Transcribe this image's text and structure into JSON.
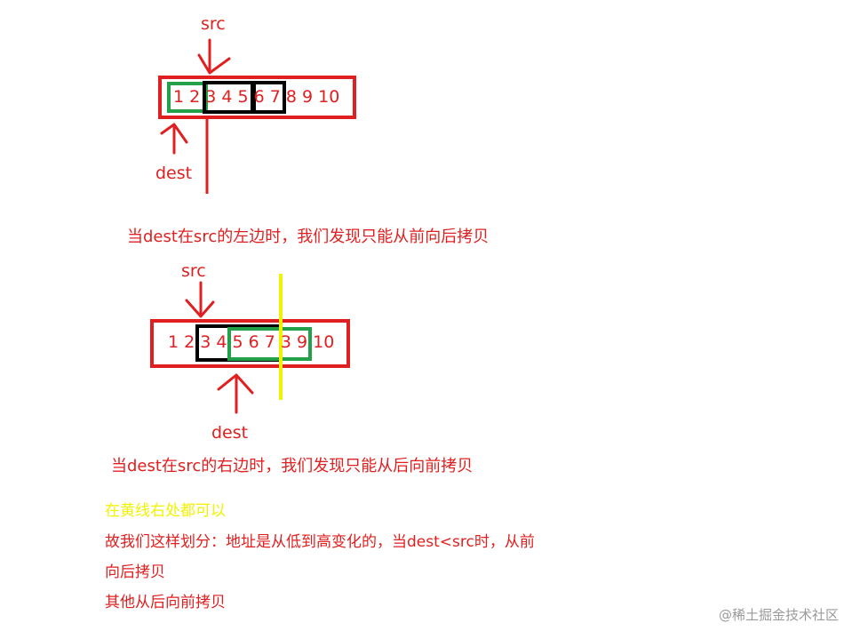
{
  "diagram1": {
    "src_label": "src",
    "dest_label": "dest",
    "sequence": "1 2 3 4 5 6 7 8 9 10",
    "caption": "当dest在src的左边时，我们发现只能从前向后拷贝"
  },
  "diagram2": {
    "src_label": "src",
    "dest_label": "dest",
    "sequence": "1 2 3 4 5 6 7 3 9 10",
    "caption": "当dest在src的右边时，我们发现只能从后向前拷贝"
  },
  "notes": {
    "yellow_line_note": "在黄线右处都可以",
    "rule_line1": "故我们这样划分：地址是从低到高变化的，当dest<src时，从前",
    "rule_line2": "向后拷贝",
    "rule_line3": "其他从后向前拷贝"
  },
  "watermark": "@稀土掘金技术社区",
  "colors": {
    "red": "#e02020",
    "green": "#22a04a",
    "black": "#000000",
    "yellow": "#f2f200"
  }
}
